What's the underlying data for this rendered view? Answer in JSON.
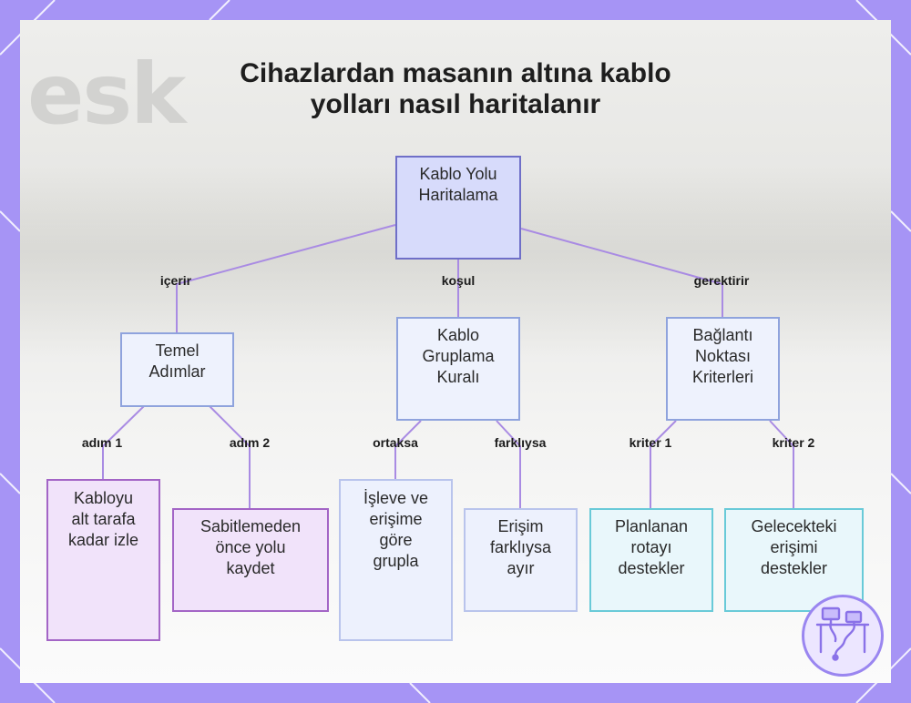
{
  "title": {
    "line1": "Cihazlardan masanın altına kablo",
    "line2": "yolları nasıl haritalanır"
  },
  "background_text": "esk",
  "nodes": {
    "root": "Kablo Yolu\nHaritalama",
    "steps": "Temel\nAdımlar",
    "grouping": "Kablo\nGruplama\nKuralı",
    "connection": "Bağlantı\nNoktası\nKriterleri",
    "follow": "Kabloyu\nalt tarafa\nkadar izle",
    "record": "Sabitlemeden\nönce yolu\nkaydet",
    "group_by": "İşleve ve\nerişime\ngöre\ngrupla",
    "separate": "Erişim\nfarklıysa\nayır",
    "planned": "Planlanan\nrotayı\ndestekler",
    "future": "Gelecekteki\nerişimi\ndestekler"
  },
  "edge_labels": {
    "contains": "içerir",
    "condition": "koşul",
    "requires": "gerektirir",
    "step1": "adım 1",
    "step2": "adım 2",
    "shared": "ortaksa",
    "different": "farklıysa",
    "criterion1": "kriter 1",
    "criterion2": "kriter 2"
  },
  "colors": {
    "frame": "#a694f5",
    "edge": "#a98be3",
    "root_fill": "#d7dbfb",
    "root_border": "#6f6fc8",
    "mid_fill": "#eef2fd",
    "mid_border": "#8fa3dd",
    "purple_fill": "#f1e3fa",
    "purple_border": "#a365c6",
    "blue_fill": "#edf1fd",
    "blue_border": "#b9c4ec",
    "cyan_fill": "#e9f7fb",
    "cyan_border": "#69cad8"
  },
  "icons": [
    "desk-cable-icon"
  ]
}
